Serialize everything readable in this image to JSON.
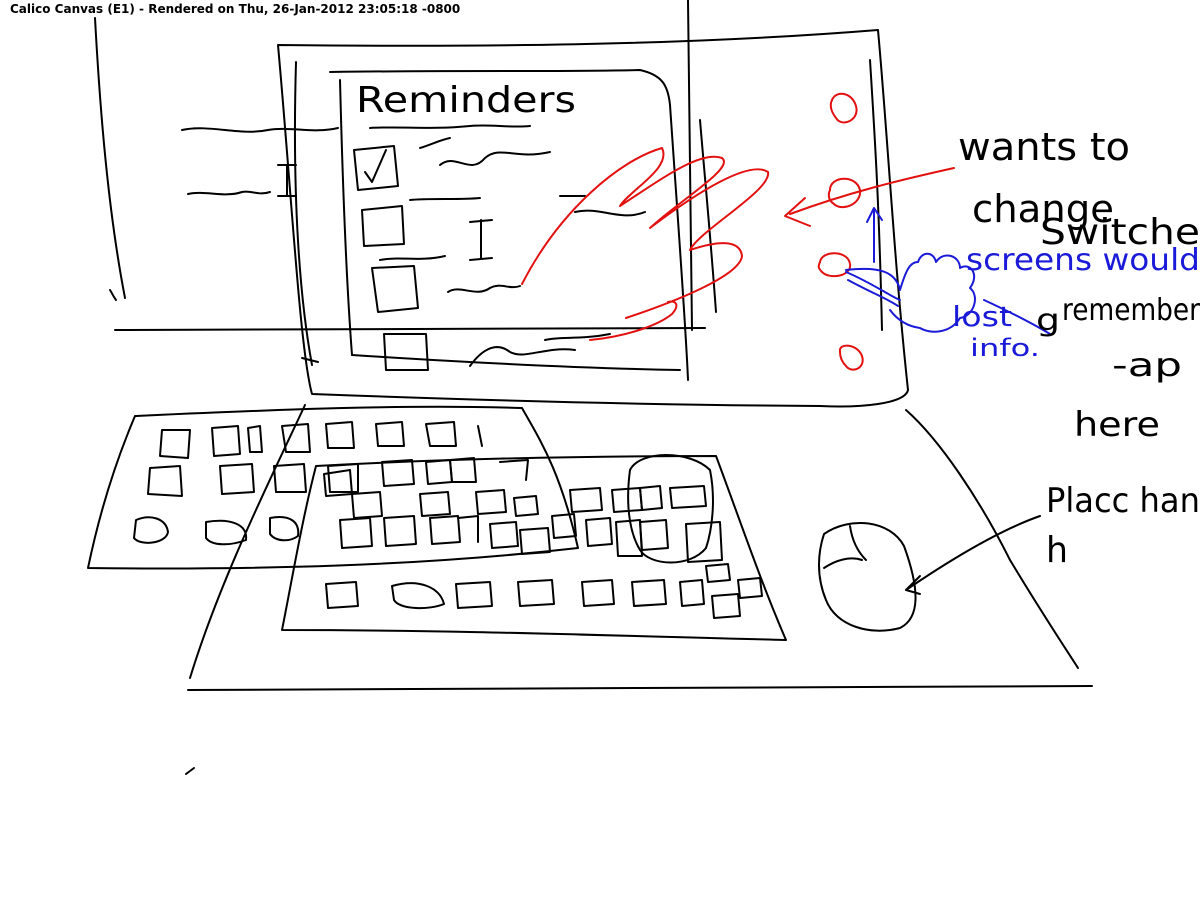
{
  "canvas": {
    "title": "Calico Canvas (E1) - Rendered on Thu, 26-Jan-2012 23:05:18 -0800"
  },
  "annotations": {
    "reminders": "Reminders",
    "wants_to": "wants to",
    "change": "change",
    "screens_would": "screens would",
    "lost": "lost",
    "info": "info.",
    "switche": "Switche",
    "g": "g",
    "remember": "remember",
    "ap": "-ap",
    "here": "here",
    "place_hand": "Placc han",
    "h": "h"
  },
  "colors": {
    "ink": "#000000",
    "red": "#e31010",
    "blue": "#1a1ad8"
  }
}
